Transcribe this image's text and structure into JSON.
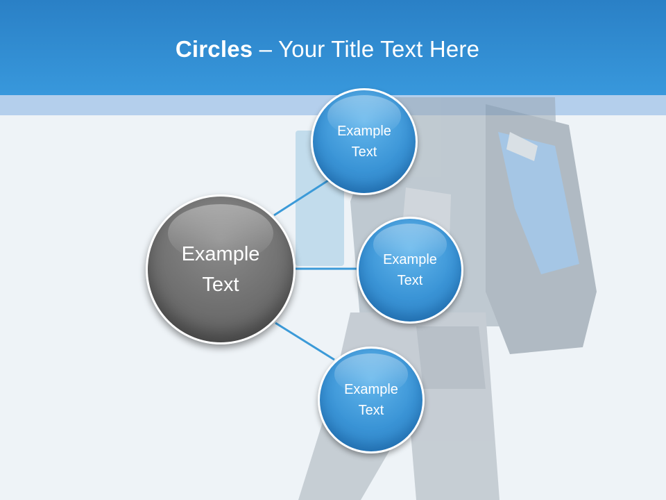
{
  "slide": {
    "title_bold": "Circles",
    "title_rest": " – Your Title Text Here"
  },
  "diagram": {
    "center": {
      "label": "Example\nText"
    },
    "satellites": [
      {
        "label": "Example\nText"
      },
      {
        "label": "Example\nText"
      },
      {
        "label": "Example\nText"
      }
    ]
  },
  "colors": {
    "header": "#3593d8",
    "band": "#b4cfec",
    "satellite_fill": "#3a94d6",
    "center_fill": "#6f6f6f",
    "connector": "#3b9ad8"
  }
}
